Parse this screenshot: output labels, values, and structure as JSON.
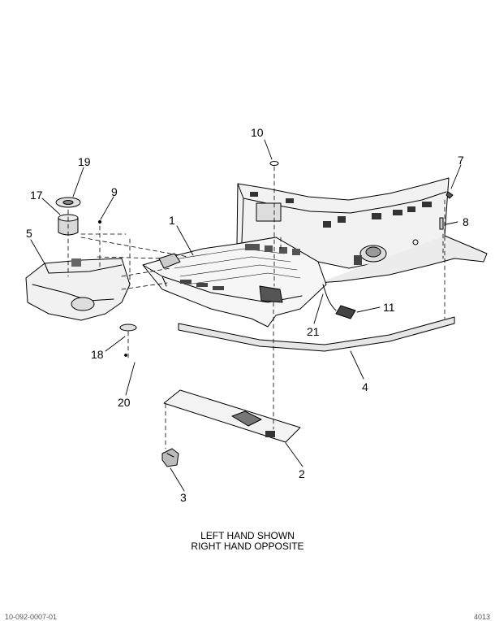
{
  "callouts": [
    {
      "id": "1",
      "label": "1"
    },
    {
      "id": "2",
      "label": "2"
    },
    {
      "id": "3",
      "label": "3"
    },
    {
      "id": "4",
      "label": "4"
    },
    {
      "id": "5",
      "label": "5"
    },
    {
      "id": "7",
      "label": "7"
    },
    {
      "id": "8",
      "label": "8"
    },
    {
      "id": "9",
      "label": "9"
    },
    {
      "id": "10",
      "label": "10"
    },
    {
      "id": "11",
      "label": "11"
    },
    {
      "id": "17",
      "label": "17"
    },
    {
      "id": "18",
      "label": "18"
    },
    {
      "id": "19",
      "label": "19"
    },
    {
      "id": "20",
      "label": "20"
    },
    {
      "id": "21",
      "label": "21"
    }
  ],
  "caption": {
    "line1": "LEFT HAND SHOWN",
    "line2": "RIGHT HAND OPPOSITE"
  },
  "footer": {
    "left": "10-092-0007-01",
    "right": "4013"
  }
}
